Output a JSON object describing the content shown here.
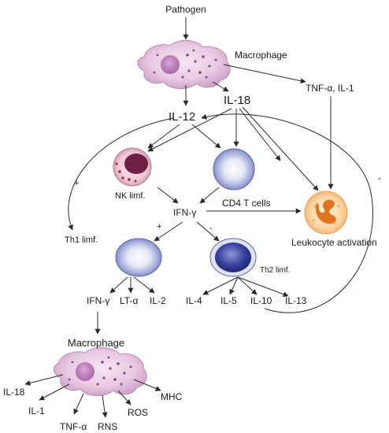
{
  "labels": {
    "pathogen": "Pathogen",
    "macrophage_top": "Macrophage",
    "tnf_il1": "TNF-α, IL-1",
    "il18": "IL-18",
    "il12": "IL-12",
    "nk": "NK limf.",
    "cd4": "CD4 T cells",
    "ifng": "IFN-γ",
    "leukocyte": "Leukocyte activation",
    "th1": "Th1 limf.",
    "th2": "Th2 limf.",
    "plus_left": "+",
    "plus_mid": "+",
    "minus_mid": "-",
    "minus_right": "-",
    "th1_ifng": "IFN-γ",
    "th1_lta": "LT-α",
    "th1_il2": "IL-2",
    "th2_il4": "IL-4",
    "th2_il5": "IL-5",
    "th2_il10": "IL-10",
    "th2_il13": "IL-13",
    "macrophage_bottom": "Macrophage",
    "out_il18": "IL-18",
    "out_il1": "IL-1",
    "out_tnfa": "TNF-α",
    "out_rns": "RNS",
    "out_ros": "ROS",
    "out_mhc": "MHC"
  }
}
